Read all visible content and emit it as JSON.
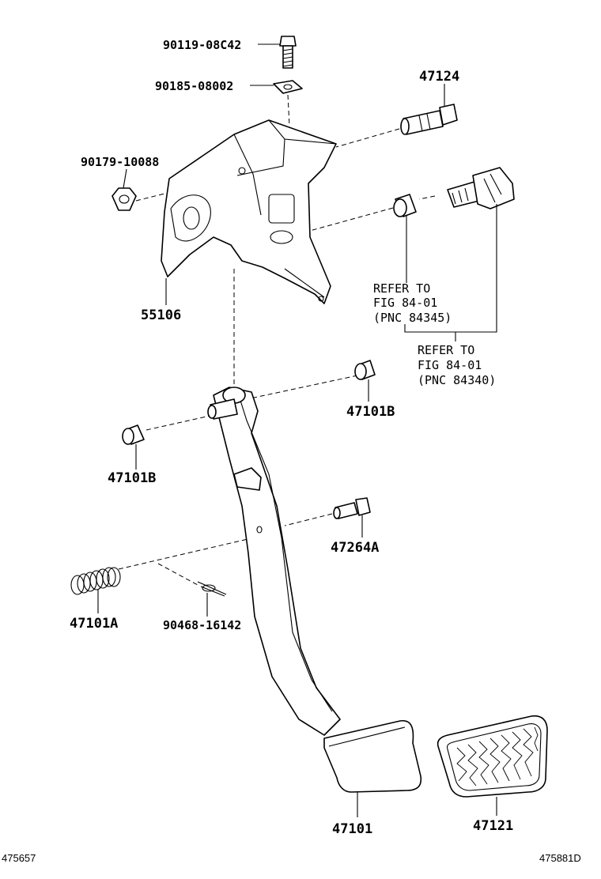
{
  "parts": {
    "bolt_top": "90119-08C42",
    "washer": "90185-08002",
    "nut": "90179-10088",
    "bracket": "55106",
    "pin_bolt": "47124",
    "bushing_right": "47101B",
    "bushing_left": "47101B",
    "pin": "47264A",
    "spring": "47101A",
    "clip": "90468-16142",
    "pedal_arm": "47101",
    "pedal_pad": "47121"
  },
  "references": {
    "ref1": {
      "line1": "REFER TO",
      "line2": "FIG 84-01",
      "line3": "(PNC 84345)"
    },
    "ref2": {
      "line1": "REFER TO",
      "line2": "FIG 84-01",
      "line3": "(PNC 84340)"
    }
  },
  "footer": {
    "left_code": "475657",
    "right_code": "475881D"
  }
}
